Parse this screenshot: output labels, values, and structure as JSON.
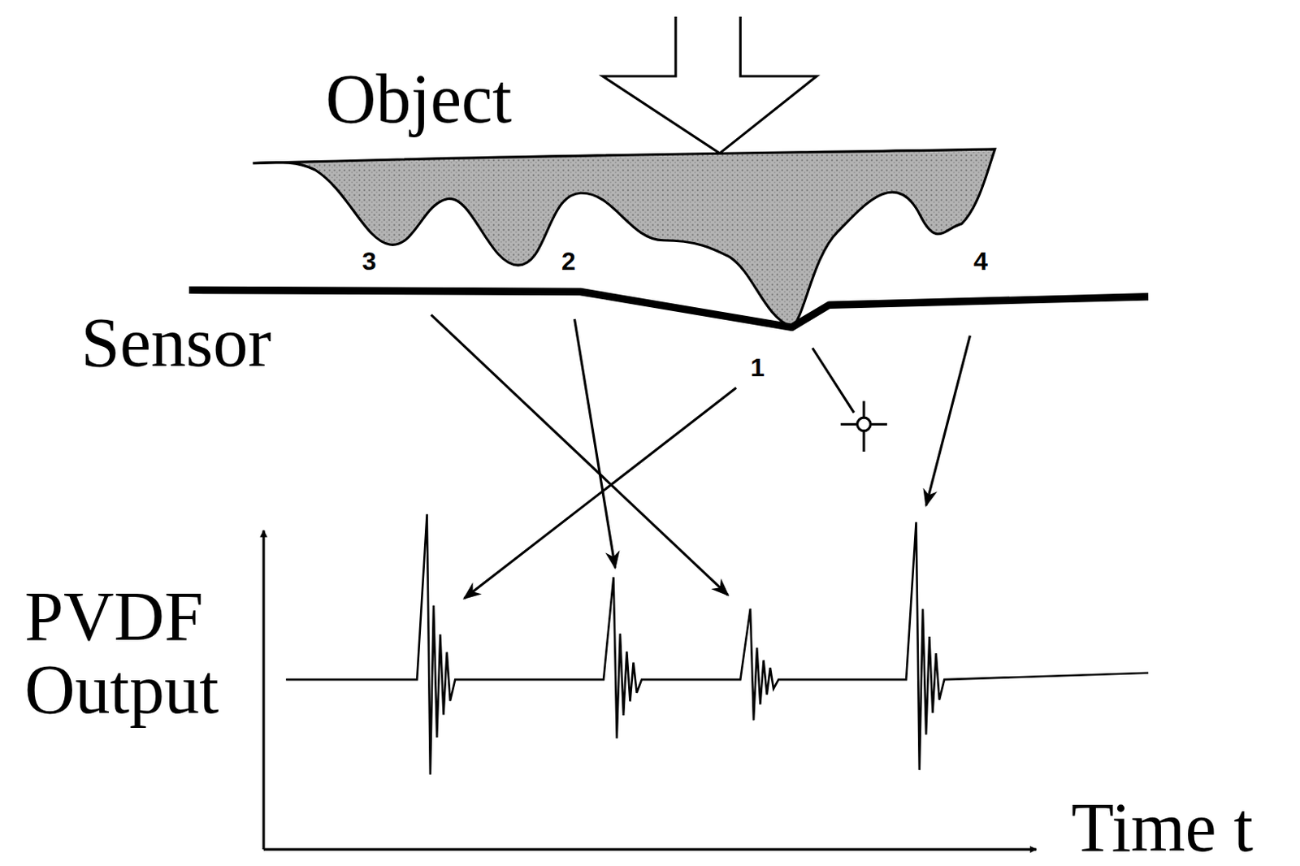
{
  "diagram": {
    "labels": [
      "Object",
      "3",
      "2",
      "4",
      "Sensor",
      "1",
      "PVDF Output",
      "Time t"
    ]
  }
}
